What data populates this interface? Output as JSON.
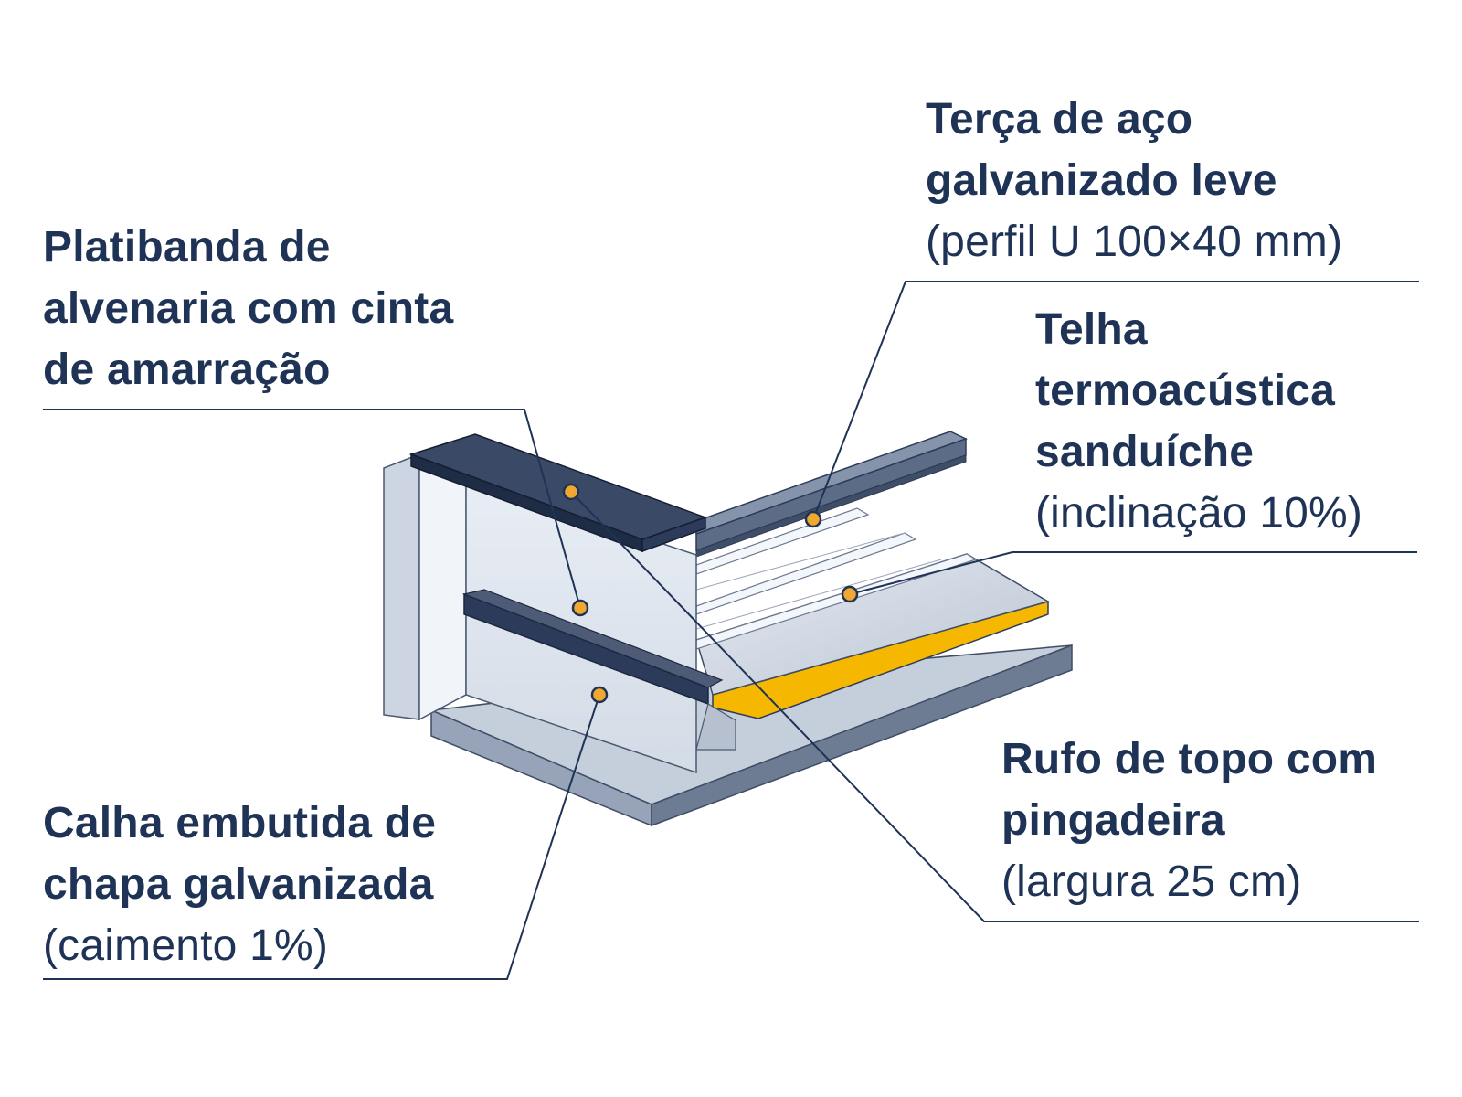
{
  "callouts": {
    "platibanda": {
      "line1": "Platibanda de",
      "line2": "alvenaria com cinta",
      "line3": "de amarração"
    },
    "terca": {
      "line1": "Terça de aço",
      "line2": "galvanizado leve",
      "note": "(perfil U 100×40 mm)"
    },
    "telha": {
      "line1": "Telha",
      "line2": "termoacústica",
      "line3": "sanduíche",
      "note": "(inclinação 10%)"
    },
    "rufo": {
      "line1": "Rufo de topo com",
      "line2": "pingadeira",
      "note": "(largura 25 cm)"
    },
    "calha": {
      "line1": "Calha embutida de",
      "line2": "chapa galvanizada",
      "note": "(caimento 1%)"
    }
  },
  "colors": {
    "text": "#1e3355",
    "marker": "#f0a830",
    "insulation": "#f5b700",
    "metal_dark": "#2c3b5a",
    "wall_light": "#dfe6ef",
    "slab": "#6d7b93"
  }
}
